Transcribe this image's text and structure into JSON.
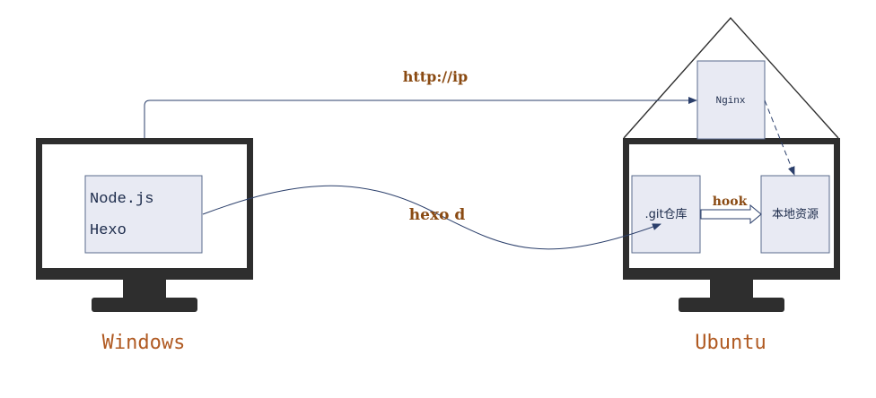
{
  "windows": {
    "os_label": "Windows",
    "box_lines": [
      "Node.js",
      "Hexo"
    ]
  },
  "ubuntu": {
    "os_label": "Ubuntu",
    "nginx_label": "Nginx",
    "git_repo_label": ".git仓库",
    "local_resources_label": "本地资源"
  },
  "connections": {
    "http_label": "http://ip",
    "deploy_label": "hexo d",
    "hook_label": "hook"
  },
  "colors": {
    "monitor": "#2e2e2e",
    "box_fill": "#e8eaf3",
    "box_stroke": "#5a6b8c",
    "line": "#2b3f6b",
    "label_brown": "#8a4a12",
    "os_label": "#b05a22"
  }
}
